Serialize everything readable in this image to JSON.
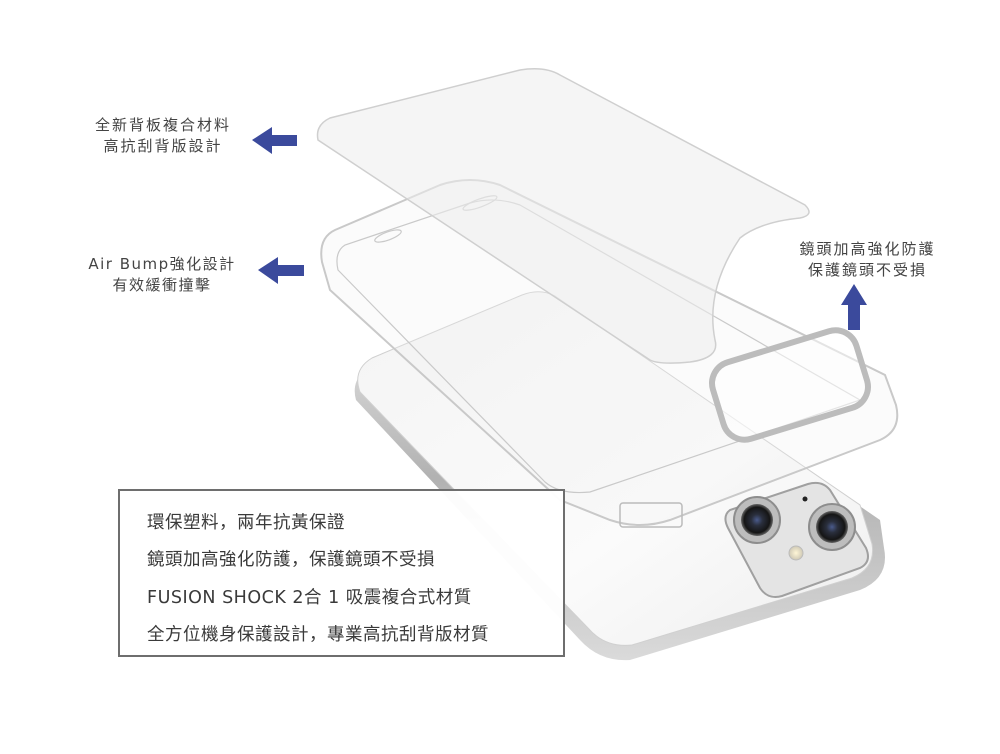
{
  "callouts": {
    "back_panel": {
      "lines": [
        "全新背板複合材料",
        "高抗刮背版設計"
      ]
    },
    "air_bump": {
      "lines": [
        "Air Bump強化設計",
        "有效緩衝撞擊"
      ]
    },
    "lens_guard": {
      "lines": [
        "鏡頭加高強化防護",
        "保護鏡頭不受損"
      ]
    }
  },
  "features": [
    "環保塑料，兩年抗黃保證",
    "鏡頭加高強化防護，保護鏡頭不受損",
    "FUSION SHOCK 2合 1 吸震複合式材質",
    "全方位機身保護設計，專業高抗刮背版材質"
  ],
  "colors": {
    "arrow": "#3b4a9c",
    "box_border": "#6e6e6e",
    "text": "#3c3c3c"
  },
  "icons": {
    "back_arrow": "arrow-left-icon",
    "bump_arrow": "arrow-left-icon",
    "lens_arrow": "arrow-up-icon"
  }
}
